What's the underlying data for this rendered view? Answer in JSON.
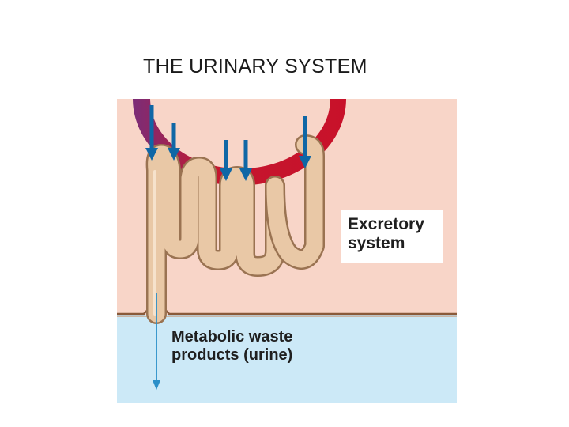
{
  "slide": {
    "title": "THE URINARY SYSTEM"
  },
  "figure": {
    "labels": {
      "excretory_line1": "Excretory",
      "excretory_line2": "system",
      "waste_line1": "Metabolic waste",
      "waste_line2": "products (urine)"
    },
    "colors": {
      "tissue_background": "#f8d5c8",
      "environment_water": "#cce9f7",
      "boundary_line": "#8a5a3a",
      "blood_vessel": "#c4172f",
      "tubule_fill": "#e9c8a6",
      "tubule_outline": "#9a7352",
      "arrow_blue": "#0f67a6",
      "urine_arrow": "#2a8fc8"
    }
  }
}
